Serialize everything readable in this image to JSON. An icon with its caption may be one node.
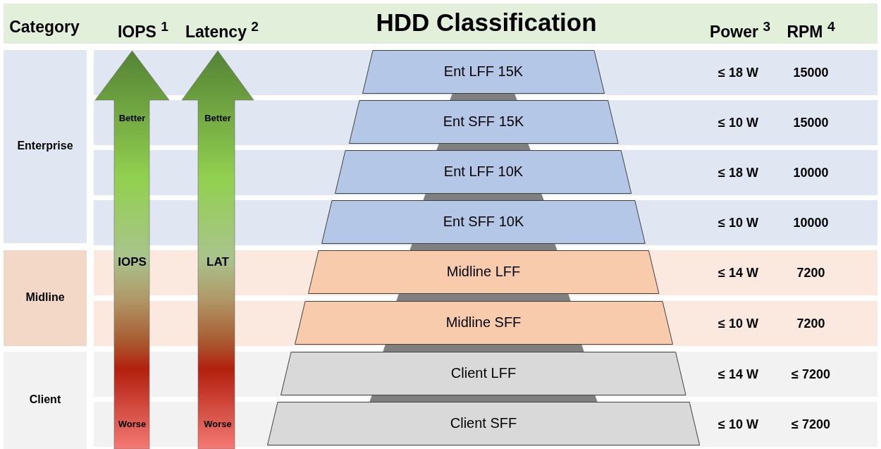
{
  "diagram": {
    "title": "HDD Classification",
    "nodes": [
      {
        "text": [
          "Enterprise"
        ]
      },
      {
        "text": [
          "Midline"
        ]
      },
      {
        "text": [
          "Client"
        ]
      },
      {
        "text": [
          "Better",
          "IOPS",
          "Worse"
        ]
      },
      {
        "text": [
          "Better",
          "LAT",
          "Worse"
        ]
      },
      {
        "text": [
          "Ent LFF 15K"
        ]
      },
      {
        "text": [
          "Ent SFF 15K"
        ]
      },
      {
        "text": [
          "Ent LFF 10K"
        ]
      },
      {
        "text": [
          "Ent SFF 10K"
        ]
      },
      {
        "text": [
          "Midline LFF"
        ]
      },
      {
        "text": [
          "Midline SFF"
        ]
      },
      {
        "text": [
          "Client LFF"
        ]
      },
      {
        "text": [
          "Client SFF"
        ]
      }
    ],
    "labels": [
      "Category",
      "IOPS $^{1}$",
      "Latency $^{2}$",
      "Power $^{3}$",
      "RPM $^{4}$",
      "≤ 18 W",
      "15000",
      "≤ 10 W",
      "15000",
      "≤ 18 W",
      "10000",
      "≤ 10 W",
      "10000",
      "≤ 14 W",
      "7200",
      "≤ 10 W",
      "7200",
      "≤ 14 W",
      "≤ 7200",
      "≤ 10 W",
      "≤ 7200"
    ]
  }
}
